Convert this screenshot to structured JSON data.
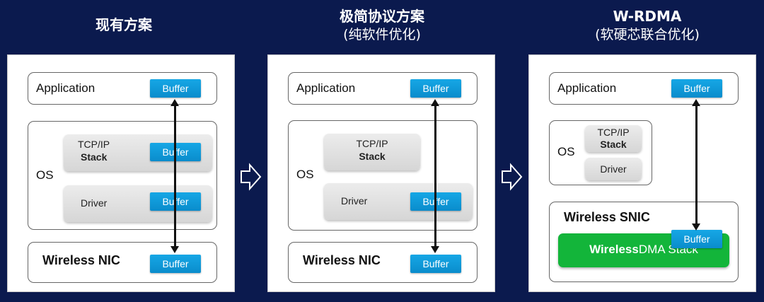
{
  "headers": [
    {
      "title": "现有方案",
      "subtitle": ""
    },
    {
      "title": "极简协议方案",
      "subtitle": "(纯软件优化)"
    },
    {
      "title": "W-RDMA",
      "subtitle": "(软硬芯联合优化)"
    }
  ],
  "panel1": {
    "application": "Application",
    "os": "OS",
    "stack_line1": "TCP/IP",
    "stack_line2": "Stack",
    "driver": "Driver",
    "nic": "Wireless NIC",
    "buffer_app": "Buffer",
    "buffer_stack": "Buffer",
    "buffer_driver": "Buffer",
    "buffer_nic": "Buffer"
  },
  "panel2": {
    "application": "Application",
    "os": "OS",
    "stack_line1": "TCP/IP",
    "stack_line2": "Stack",
    "driver": "Driver",
    "nic": "Wireless NIC",
    "buffer_app": "Buffer",
    "buffer_driver": "Buffer",
    "buffer_nic": "Buffer"
  },
  "panel3": {
    "application": "Application",
    "os": "OS",
    "stack_line1": "TCP/IP",
    "stack_line2": "Stack",
    "driver": "Driver",
    "snic": "Wireless SNIC",
    "dma_bold": "Wireless",
    "dma_rest": "DMA Stack",
    "buffer_app": "Buffer",
    "buffer_snic": "Buffer"
  },
  "colors": {
    "background": "#0b1a4e",
    "buffer": "#0a9ad8",
    "dma_stack": "#13b53a"
  }
}
